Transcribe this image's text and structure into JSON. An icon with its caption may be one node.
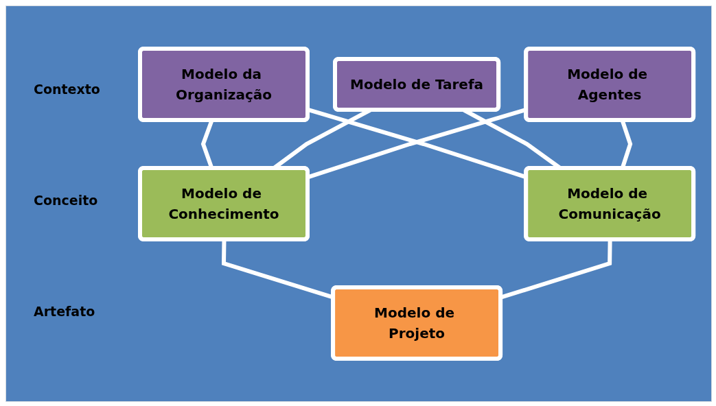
{
  "diagram": {
    "nodes": [
      {
        "text": [
          "Modelo da Organização"
        ]
      },
      {
        "text": [
          "Modelo de Tarefa"
        ]
      },
      {
        "text": [
          "Modelo de Agentes"
        ]
      },
      {
        "text": [
          "Modelo de Conhecimento"
        ]
      },
      {
        "text": [
          "Modelo de Comunicação"
        ]
      },
      {
        "text": [
          "Modelo de Projeto"
        ]
      }
    ],
    "edges": [
      {
        "from": 0,
        "to": 3,
        "arrow": "none"
      },
      {
        "from": 0,
        "to": 4,
        "arrow": "none"
      },
      {
        "from": 1,
        "to": 3,
        "arrow": "none"
      },
      {
        "from": 1,
        "to": 4,
        "arrow": "none"
      },
      {
        "from": 2,
        "to": 3,
        "arrow": "none"
      },
      {
        "from": 2,
        "to": 4,
        "arrow": "none"
      },
      {
        "from": 3,
        "to": 5,
        "arrow": "none"
      },
      {
        "from": 4,
        "to": 5,
        "arrow": "none"
      }
    ],
    "labels": [
      "Contexto",
      "Conceito",
      "Artefato"
    ]
  }
}
